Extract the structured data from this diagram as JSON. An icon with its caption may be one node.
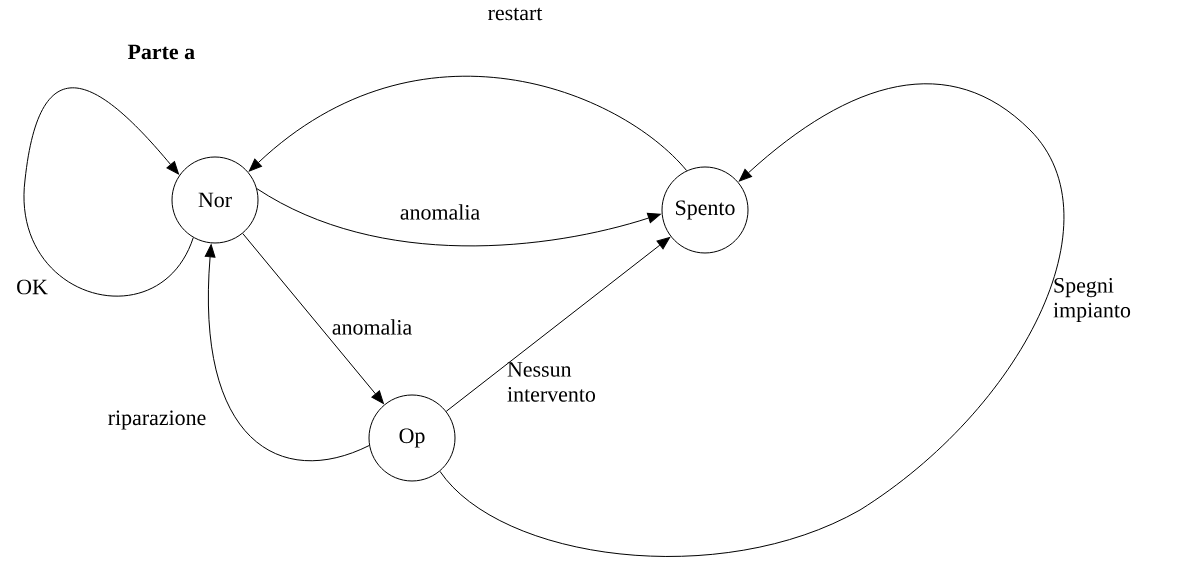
{
  "diagram": {
    "title": "Parte a",
    "nodes": [
      {
        "text": [
          "Nor"
        ]
      },
      {
        "text": [
          "Spento"
        ]
      },
      {
        "text": [
          "Op"
        ]
      }
    ],
    "edges": [
      {
        "from": 0,
        "to": 0,
        "arrow": "to",
        "label": "OK"
      },
      {
        "from": 1,
        "to": 0,
        "arrow": "to",
        "label": "restart"
      },
      {
        "from": 0,
        "to": 1,
        "arrow": "to",
        "label": "anomalia"
      },
      {
        "from": 0,
        "to": 2,
        "arrow": "to",
        "label": "anomalia"
      },
      {
        "from": 2,
        "to": 0,
        "arrow": "to",
        "label": "riparazione"
      },
      {
        "from": 2,
        "to": 1,
        "arrow": "to",
        "label": "Nessun intervento"
      },
      {
        "from": 2,
        "to": 1,
        "arrow": "to",
        "label": "Spegni impianto"
      }
    ]
  }
}
